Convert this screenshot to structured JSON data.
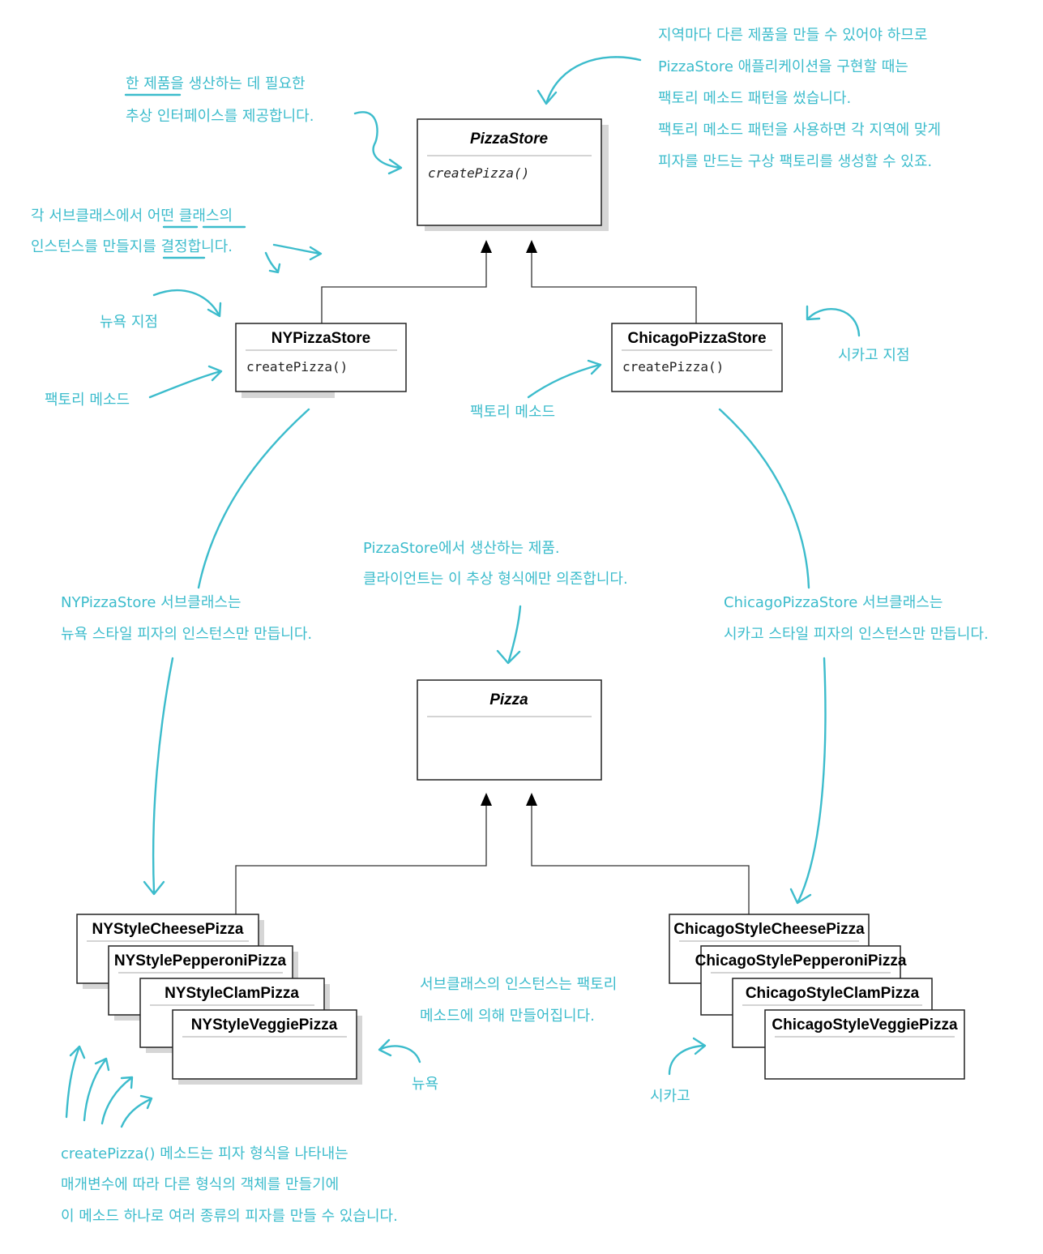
{
  "colors": {
    "annotation": "#3cbccc",
    "box_border": "#222222",
    "shadow": "#d6d6d6"
  },
  "classes": {
    "pizza_store": {
      "name": "PizzaStore",
      "method": "createPizza()"
    },
    "ny_pizza_store": {
      "name": "NYPizzaStore",
      "method": "createPizza()"
    },
    "chicago_pizza_store": {
      "name": "ChicagoPizzaStore",
      "method": "createPizza()"
    },
    "pizza": {
      "name": "Pizza"
    },
    "ny_pizzas": [
      "NYStyleCheesePizza",
      "NYStylePepperoniPizza",
      "NYStyleClamPizza",
      "NYStyleVeggiePizza"
    ],
    "chicago_pizzas": [
      "ChicagoStyleCheesePizza",
      "ChicagoStylePepperoniPizza",
      "ChicagoStyleClamPizza",
      "ChicagoStyleVeggiePizza"
    ]
  },
  "notes": {
    "abstract_interface": [
      "한 제품을 생산하는 데 필요한",
      "추상 인터페이스를 제공합니다."
    ],
    "region_factory": [
      "지역마다 다른 제품을 만들 수 있어야 하므로",
      "PizzaStore 애플리케이션을 구현할 때는",
      "팩토리 메소드 패턴을 썼습니다.",
      "팩토리 메소드 패턴을 사용하면 각 지역에 맞게",
      "피자를 만드는 구상 팩토리를 생성할 수 있죠."
    ],
    "subclass_decides": [
      "각 서브클래스에서 어떤 클래스의",
      "인스턴스를 만들지를 결정합니다."
    ],
    "ny_branch": "뉴욕 지점",
    "factory_method_left": "팩토리 메소드",
    "factory_method_right": "팩토리 메소드",
    "chicago_branch": "시카고 지점",
    "product": [
      "PizzaStore에서 생산하는 제품.",
      "클라이언트는 이 추상 형식에만 의존합니다."
    ],
    "ny_subclass": [
      "NYPizzaStore 서브클래스는",
      "뉴욕 스타일 피자의 인스턴스만 만듭니다."
    ],
    "chicago_subclass": [
      "ChicagoPizzaStore 서브클래스는",
      "시카고 스타일 피자의 인스턴스만 만듭니다."
    ],
    "instances_made": [
      "서브클래스의 인스턴스는 팩토리",
      "메소드에 의해 만들어집니다."
    ],
    "ny_label": "뉴욕",
    "chicago_label": "시카고",
    "param_method": [
      "createPizza() 메소드는 피자 형식을 나타내는",
      "매개변수에 따라 다른 형식의 객체를 만들기에",
      "이 메소드 하나로 여러 종류의 피자를 만들 수 있습니다."
    ]
  }
}
